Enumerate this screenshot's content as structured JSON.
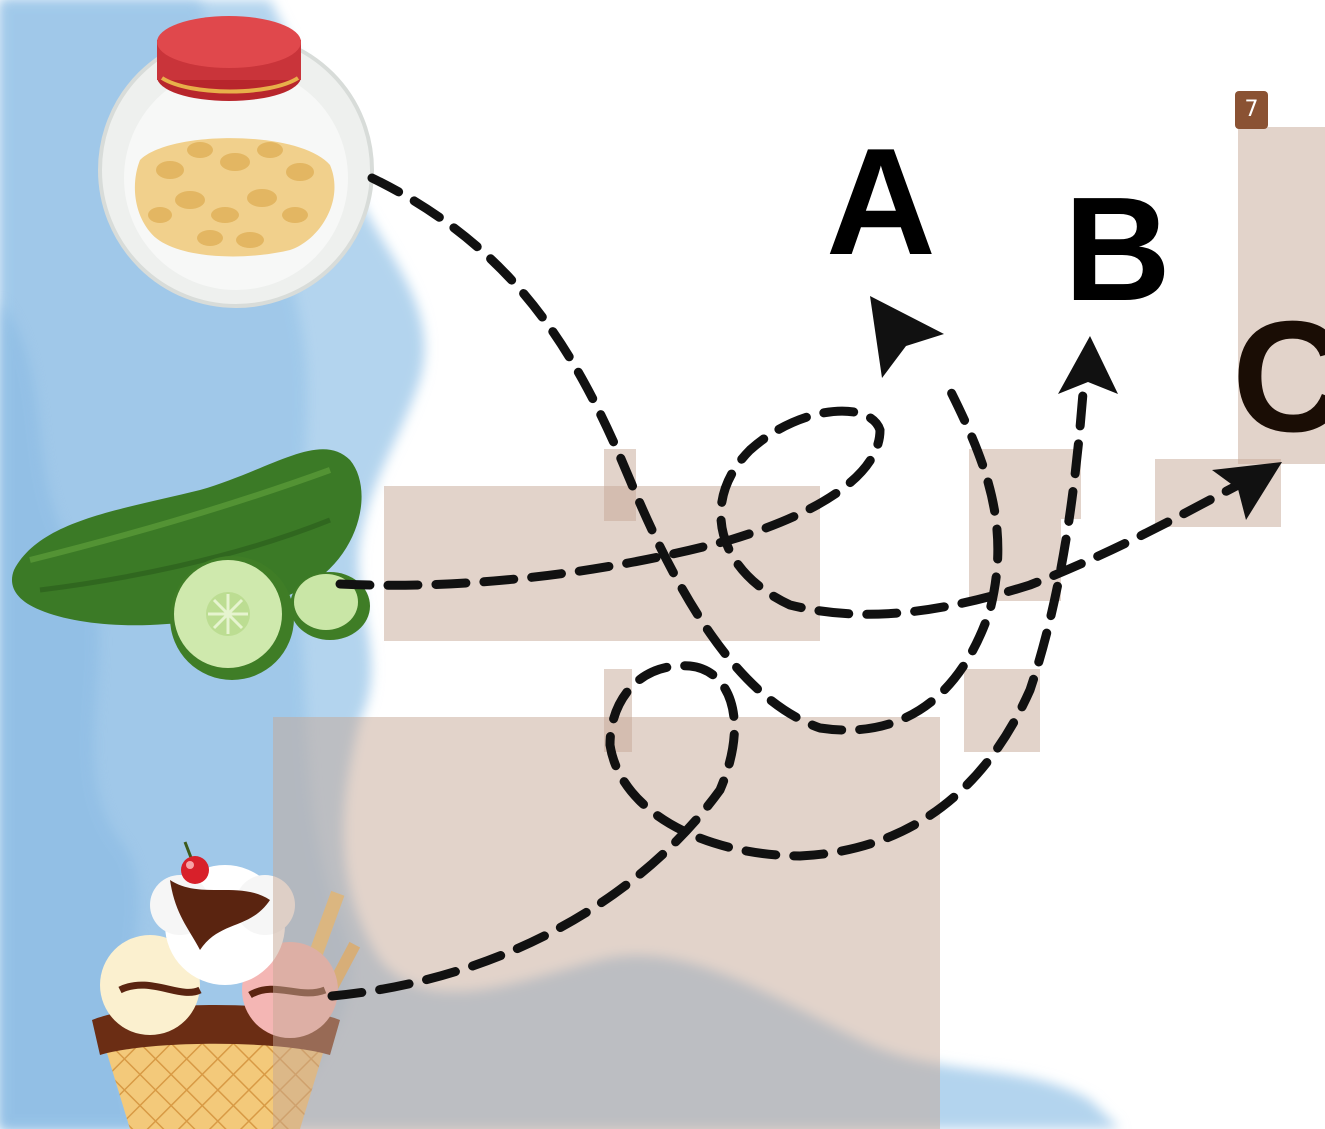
{
  "badge": {
    "number": "7",
    "color": "#8a5233"
  },
  "destinations": [
    {
      "label": "A"
    },
    {
      "label": "B"
    },
    {
      "label": "C"
    }
  ],
  "items": [
    {
      "icon": "peanut-jar-icon"
    },
    {
      "icon": "cucumber-icon"
    },
    {
      "icon": "ice-cream-sundae-icon"
    }
  ],
  "colors": {
    "watercolor": "#a9cdea",
    "path_dashes": "#111111",
    "overlay": "#d8c3b6"
  }
}
